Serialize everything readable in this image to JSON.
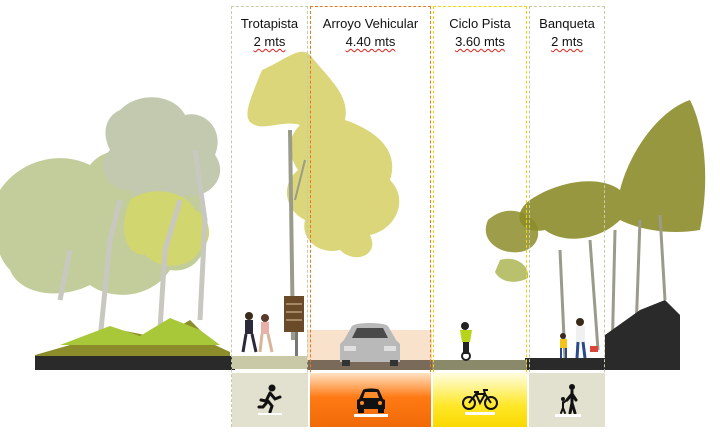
{
  "lanes": [
    {
      "label": "Trotapista",
      "width": "2 mts",
      "color": "#c9c9a8",
      "icon": "runner-icon"
    },
    {
      "label": "Arroyo Vehicular",
      "width": "4.40 mts",
      "color": "#e9781a",
      "icon": "car-icon"
    },
    {
      "label": "Ciclo Pista",
      "width": "3.60 mts",
      "color": "#f4d40a",
      "icon": "bicycle-icon"
    },
    {
      "label": "Banqueta",
      "width": "2 mts",
      "color": "#c9c9a8",
      "icon": "pedestrian-child-icon"
    }
  ],
  "colors": {
    "foliage_olive": "#8c8c2a",
    "foliage_yellow": "#d6d26a",
    "foliage_light": "#b9c58a",
    "ground": "#2a2a2a",
    "grass": "#a8c83a",
    "tile_neutral": "#e2e0cf"
  }
}
